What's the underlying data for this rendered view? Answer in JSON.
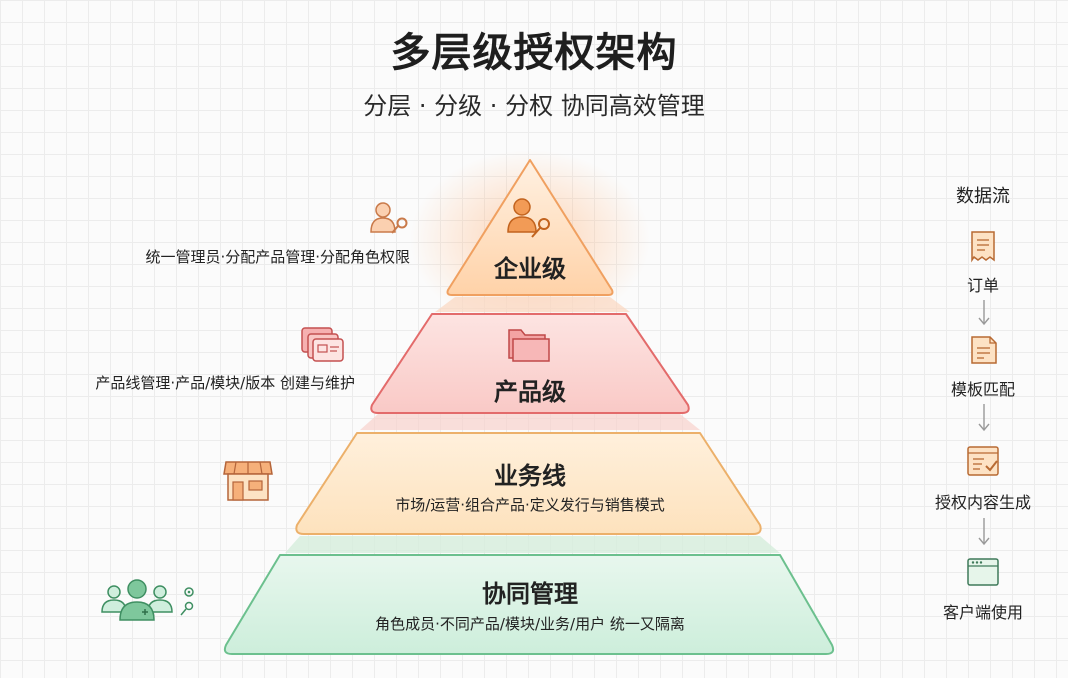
{
  "title": "多层级授权架构",
  "subtitle": "分层 · 分级 · 分权 协同高效管理",
  "tiers": [
    {
      "title": "企业级",
      "side": "统一管理员·分配产品管理·分配角色权限",
      "icon": "user-key-icon"
    },
    {
      "title": "产品级",
      "side": "产品线管理·产品/模块/版本 创建与维护",
      "icon": "folder-cards-icon"
    },
    {
      "title": "业务线",
      "desc": "市场/运营·组合产品·定义发行与销售模式",
      "icon": "storefront-icon"
    },
    {
      "title": "协同管理",
      "desc": "角色成员·不同产品/模块/业务/用户 统一又隔离",
      "icon": "team-key-icon"
    }
  ],
  "dataflow": {
    "title": "数据流",
    "steps": [
      {
        "label": "订单",
        "icon": "receipt-icon"
      },
      {
        "label": "模板匹配",
        "icon": "template-note-icon"
      },
      {
        "label": "授权内容生成",
        "icon": "checklist-icon"
      },
      {
        "label": "客户端使用",
        "icon": "client-window-icon"
      }
    ]
  },
  "colors": {
    "enterprise": "#f5a35c",
    "product": "#e86a6a",
    "business": "#efb874",
    "collab": "#79c497"
  }
}
